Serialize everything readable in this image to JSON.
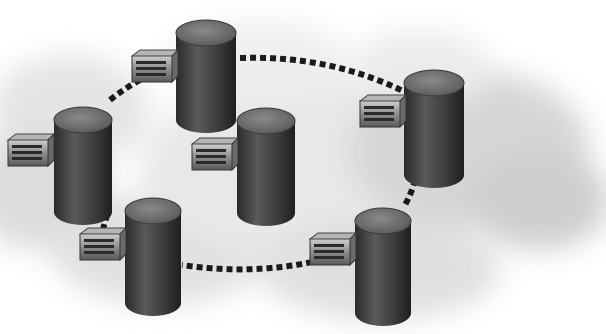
{
  "diagram": {
    "type": "network-topology-illustration",
    "background": "cloud",
    "nodes": [
      {
        "id": "server-top-center",
        "device": "tape-drive-unit"
      },
      {
        "id": "server-left",
        "device": "tape-drive-unit"
      },
      {
        "id": "server-middle",
        "device": "tape-drive-unit"
      },
      {
        "id": "server-right",
        "device": "tape-drive-unit"
      },
      {
        "id": "server-bottom-left",
        "device": "tape-drive-unit"
      },
      {
        "id": "server-bottom-right",
        "device": "tape-drive-unit"
      }
    ],
    "links": [
      {
        "from": "server-left",
        "to": "server-top-center",
        "style": "dashed"
      },
      {
        "from": "server-top-center",
        "to": "server-right",
        "style": "dashed"
      },
      {
        "from": "server-right",
        "to": "server-bottom-right",
        "style": "dashed"
      },
      {
        "from": "server-bottom-right",
        "to": "server-bottom-left",
        "style": "dashed"
      },
      {
        "from": "server-bottom-left",
        "to": "server-left",
        "style": "dashed"
      }
    ],
    "colors": {
      "cylinder_body": "#3f3f3f",
      "cylinder_top": "#6e6e6e",
      "link": "#1a1a1a",
      "cloud": "#d9d9d9"
    }
  }
}
